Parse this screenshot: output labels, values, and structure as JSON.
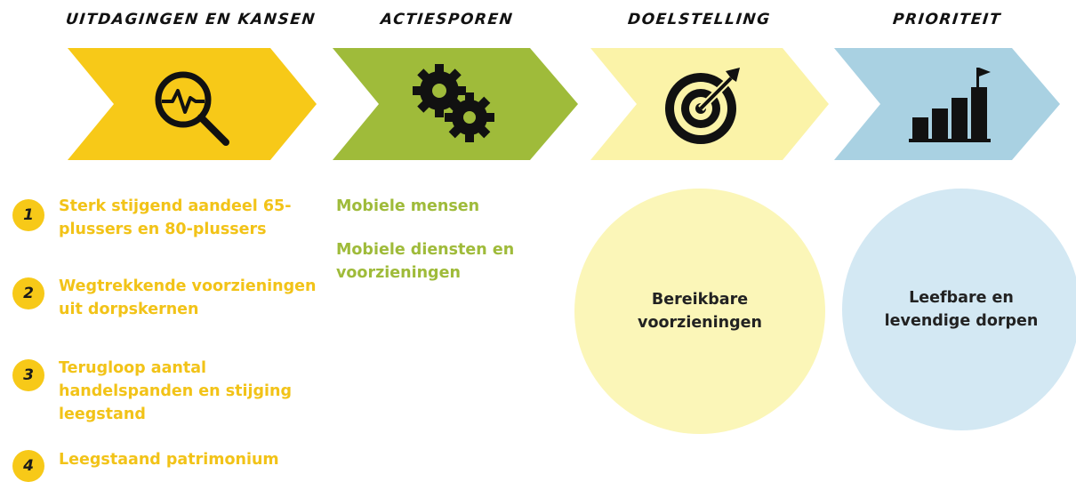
{
  "headings": {
    "challenges": "Uitdagingen en kansen",
    "actions": "Actiesporen",
    "objective": "Doelstelling",
    "priority": "Prioriteit"
  },
  "icons": {
    "challenges": "magnifier-pulse-icon",
    "actions": "gears-icon",
    "objective": "target-arrow-icon",
    "priority": "bar-chart-flag-icon"
  },
  "colors": {
    "challenges": "#f7c918",
    "actions": "#9fbb3a",
    "objective": "#fbf3a8",
    "priority": "#a9d1e2",
    "objective_circle": "#fbf6b8",
    "priority_circle": "#d3e8f3"
  },
  "challenges": [
    {
      "number": "1",
      "text": "Sterk stijgend aandeel 65-plussers en 80-plussers"
    },
    {
      "number": "2",
      "text": "Wegtrekkende voorzieningen uit dorpskernen"
    },
    {
      "number": "3",
      "text": "Terugloop aantal handelspanden en stijging leegstand"
    },
    {
      "number": "4",
      "text": "Leegstaand patrimonium"
    }
  ],
  "actions": [
    {
      "text": "Mobiele mensen"
    },
    {
      "text": "Mobiele diensten en voorzieningen"
    }
  ],
  "objective": {
    "text": "Bereikbare voorzieningen"
  },
  "priority": {
    "text": "Leefbare en levendige dorpen"
  }
}
